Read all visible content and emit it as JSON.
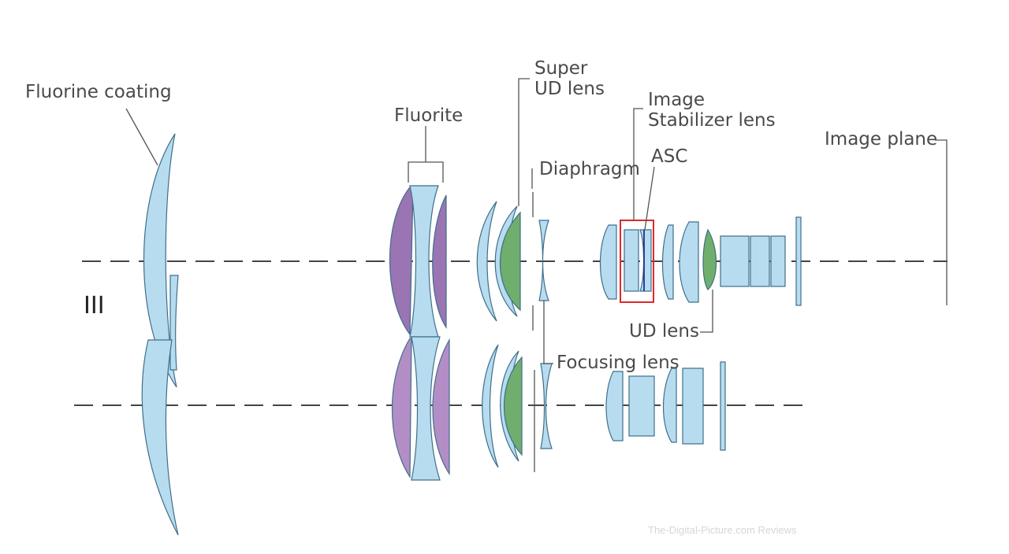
{
  "colors": {
    "glass": "#b7dcf0",
    "fluorite": "#9b74b3",
    "fluorite_light": "#b38ec6",
    "super_ud": "#6fae6c",
    "stabilizer_box": "#e0282a",
    "asc": "#2a3f9e",
    "text": "#4a4a4a"
  },
  "labels": {
    "fluorine_coating": "Fluorine coating",
    "fluorite": "Fluorite",
    "super_ud_1": "Super",
    "super_ud_2": "UD lens",
    "diaphragm": "Diaphragm",
    "is_1": "Image",
    "is_2": "Stabilizer lens",
    "asc": "ASC",
    "image_plane": "Image plane",
    "ud_lens": "UD lens",
    "focusing_lens": "Focusing lens"
  },
  "variant_mark": "III",
  "watermark": "The-Digital-Picture.com Reviews"
}
